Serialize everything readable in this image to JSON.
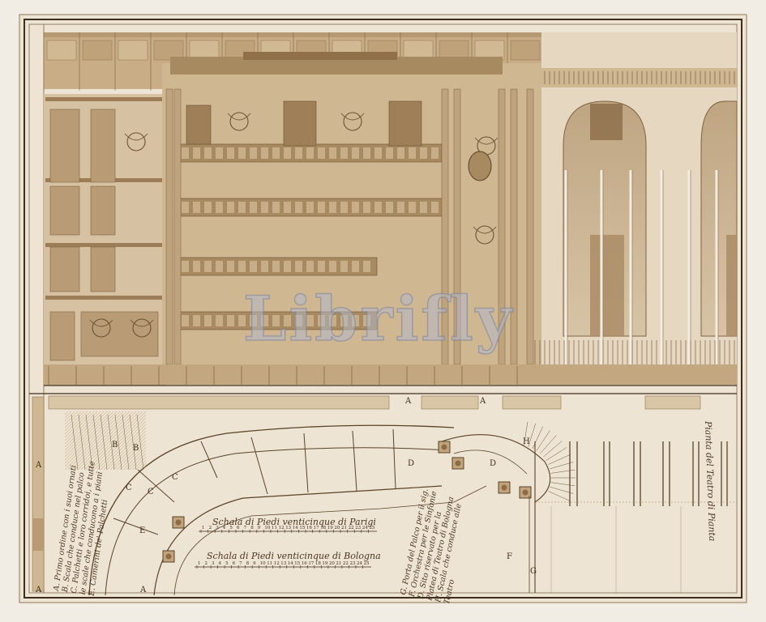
{
  "watermark": "Librifly",
  "side_title": "Pianta del Teatro di Pianta",
  "plan_letters": {
    "A": "A",
    "B": "B",
    "C": "C",
    "D": "D",
    "E": "E",
    "F": "F",
    "G": "G",
    "H": "H"
  },
  "legend_left": [
    "A. Primo ordine con i suoi ornati",
    "B. Scala che conduce nel palco",
    "C. Palchetti e loro corridoi, e tutte",
    "le scale che conducono a i piani",
    "E. Camerini de' Palchetti"
  ],
  "legend_right": [
    "G. Porta del Palco per il sig.",
    "F. Orchestra per le Sinfonie",
    "D. Sito riservato per la",
    "Platea di Teatro di Bologna",
    "H. Scala che conduce alle",
    "Teatro"
  ],
  "scales": [
    {
      "title": "Schala di Piedi venticinque di Parigi",
      "ticks": [
        "1",
        "2",
        "3",
        "4",
        "5",
        "6",
        "7",
        "8",
        "9",
        "10",
        "11",
        "12",
        "13",
        "14",
        "15",
        "16",
        "17",
        "18",
        "19",
        "20",
        "21",
        "22",
        "23",
        "24",
        "25"
      ]
    },
    {
      "title": "Schala di Piedi venticinque di Bologna",
      "ticks": [
        "1",
        "2",
        "3",
        "4",
        "5",
        "6",
        "7",
        "8",
        "9",
        "10",
        "11",
        "12",
        "13",
        "14",
        "15",
        "16",
        "17",
        "18",
        "19",
        "20",
        "21",
        "22",
        "23",
        "24",
        "25"
      ]
    }
  ],
  "colors": {
    "paper": "#f1ece3",
    "sheet": "#eee5d6",
    "wash_light": "#d9c6a8",
    "wash_mid": "#c6ab86",
    "wash_dark": "#8d6b45",
    "ink": "#4a3620"
  }
}
